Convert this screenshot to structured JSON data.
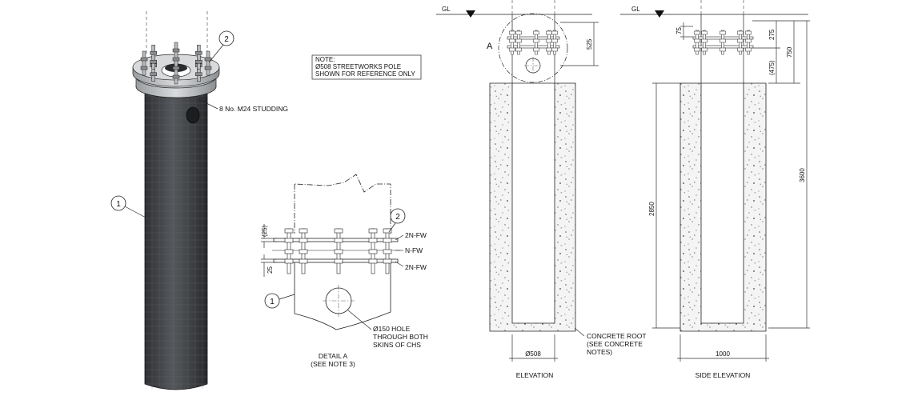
{
  "callouts": {
    "item_1": "1",
    "item_2": "2"
  },
  "labels": {
    "studding": "8 No. M24 STUDDING",
    "note_title": "NOTE:",
    "note_line_1": "Ø508 STREETWORKS POLE",
    "note_line_2": "SHOWN FOR REFERENCE ONLY",
    "gl": "GL",
    "detail_ref": "A",
    "fw_top": "2N-FW",
    "fw_mid": "N-FW",
    "fw_bot": "2N-FW",
    "hole_1": "Ø150 HOLE",
    "hole_2": "THROUGH BOTH",
    "hole_3": "SKINS OF CHS",
    "concrete_1": "CONCRETE ROOT",
    "concrete_2": "(SEE CONCRETE",
    "concrete_3": "NOTES)"
  },
  "dimensions": {
    "d25_bracket": "(25)",
    "d25": "25",
    "d525": "525",
    "d75": "75",
    "d275": "275",
    "d475": "(475)",
    "d750": "750",
    "d2850": "2850",
    "d3600": "3600",
    "d508": "Ø508",
    "d1000": "1000"
  },
  "titles": {
    "detail_a": "DETAIL A",
    "detail_a_note": "(SEE NOTE 3)",
    "elevation": "ELEVATION",
    "side_elevation": "SIDE ELEVATION"
  },
  "colors": {
    "pole_dark": "#3b3d40",
    "pole_mid": "#6f7377",
    "pole_light": "#a9acaf",
    "flange": "#c9cbcd",
    "concrete": "#f3f3f3",
    "line": "#222222"
  }
}
